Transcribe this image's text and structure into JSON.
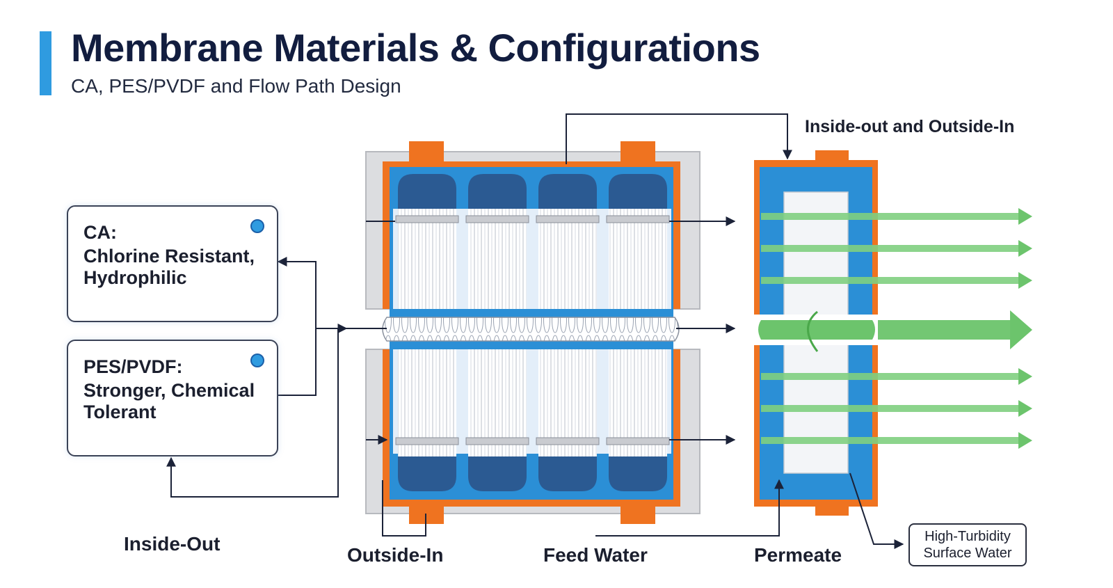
{
  "header": {
    "title": "Membrane Materials & Configurations",
    "subtitle": "CA, PES/PVDF and Flow Path Design"
  },
  "materials": [
    {
      "name": "CA:",
      "description": "Chlorine Resistant, Hydrophilic"
    },
    {
      "name": "PES/PVDF:",
      "description": "Stronger, Chemical Tolerant"
    }
  ],
  "labels": {
    "top_right": "Inside-out and Outside-In",
    "inside_out": "Inside-Out",
    "outside_in": "Outside-In",
    "feed_water": "Feed Water",
    "permeate": "Permeate",
    "source_box": "High-Turbidity Surface Water"
  },
  "colors": {
    "accent": "#2f9be0",
    "membrane_blue": "#2b8fd6",
    "frame_orange": "#ef7320",
    "cap_navy": "#2b5a92",
    "flow_green": "#6cc46c",
    "line": "#1b2238"
  },
  "module": {
    "cartridges_per_row": 4,
    "rows": 2
  },
  "outflows": {
    "thin_arrow_count": 6,
    "thick_arrow_count": 1
  }
}
